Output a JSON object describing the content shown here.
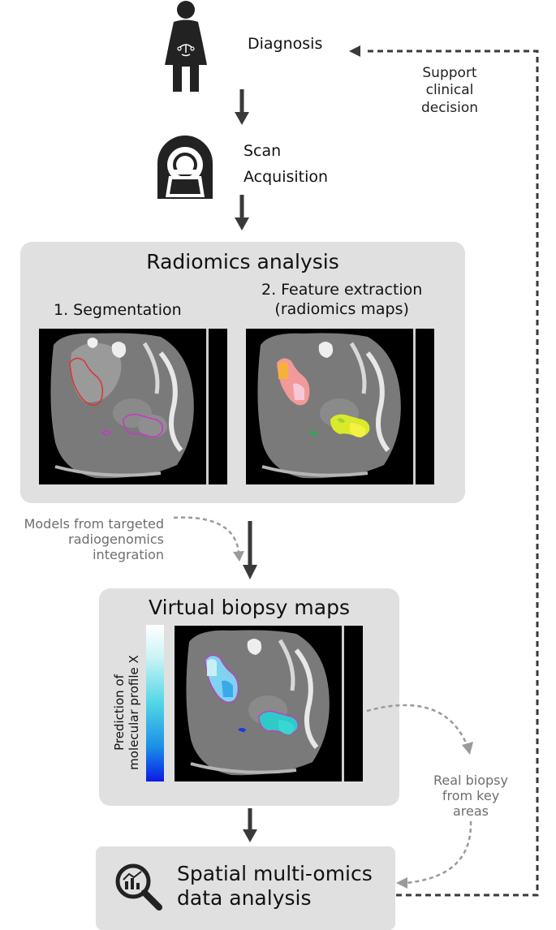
{
  "steps": {
    "diagnosis": "Diagnosis",
    "scan_line1": "Scan",
    "scan_line2": "Acquisition"
  },
  "radiomics": {
    "title": "Radiomics analysis",
    "seg_label": "1. Segmentation",
    "feat_label_line1": "2. Feature extraction",
    "feat_label_line2": "(radiomics maps)"
  },
  "models_note": {
    "line1": "Models from targeted",
    "line2": "radiogenomics",
    "line3": "integration"
  },
  "virtual_biopsy": {
    "title": "Virtual biopsy maps",
    "colorbar_label_line1": "Prediction of",
    "colorbar_label_line2": "molecular profile X"
  },
  "real_biopsy": {
    "line1": "Real biopsy",
    "line2": "from key",
    "line3": "areas"
  },
  "support": {
    "line1": "Support",
    "line2": "clinical",
    "line3": "decision"
  },
  "omics": {
    "line1": "Spatial multi-omics",
    "line2": "data analysis"
  },
  "icons": [
    "female-patient-icon",
    "ct-scanner-icon",
    "magnifier-chart-icon",
    "down-arrow-icon"
  ],
  "colors": {
    "panel": "#e0e0e0",
    "arrow": "#3a3a3a",
    "dashed_dark": "#3a3a3a",
    "dashed_light": "#9a9a9a",
    "seg_red": "#e0342f",
    "seg_magenta": "#c837c8"
  }
}
